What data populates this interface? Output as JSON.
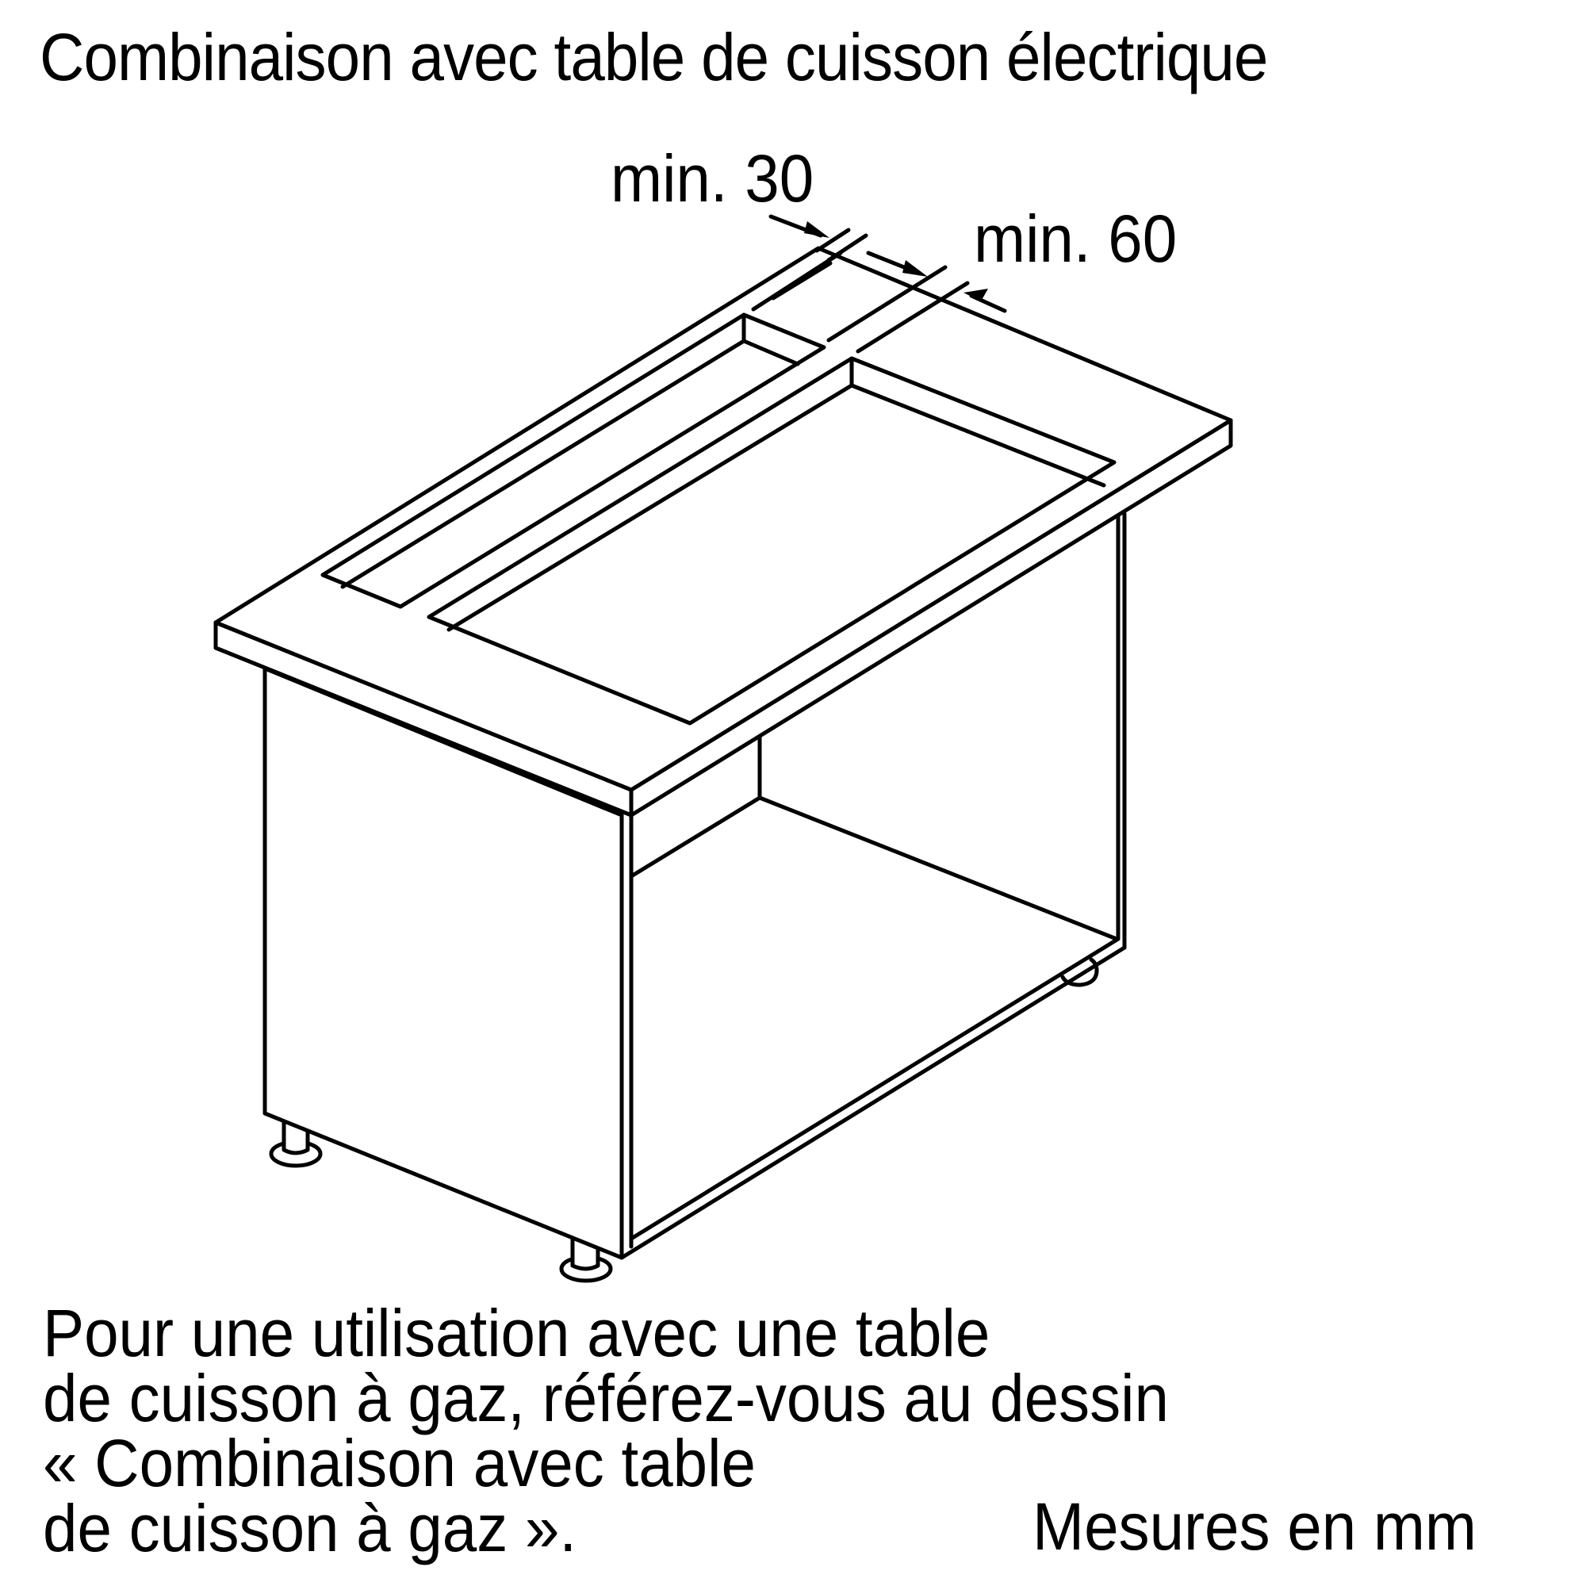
{
  "title": "Combinaison avec table de cuisson électrique",
  "dimensions": {
    "gap_downdraft_to_wall": {
      "label": "min. 30",
      "value_mm": 30
    },
    "gap_downdraft_to_hob": {
      "label": "min. 60",
      "value_mm": 60
    }
  },
  "drawing": {
    "subject": "Kitchen base cabinet with countertop, downdraft slot and electric hob cutout",
    "elements": [
      "countertop",
      "downdraft-cutout",
      "hob-cutout",
      "cabinet-carcass",
      "adjustable-feet"
    ],
    "line_color": "#000000",
    "background": "#ffffff"
  },
  "note": {
    "lines": [
      "Pour une utilisation avec une table",
      "de cuisson à gaz, référez-vous au dessin",
      "« Combinaison avec table",
      "de cuisson à gaz »."
    ]
  },
  "units_label": "Mesures en mm"
}
